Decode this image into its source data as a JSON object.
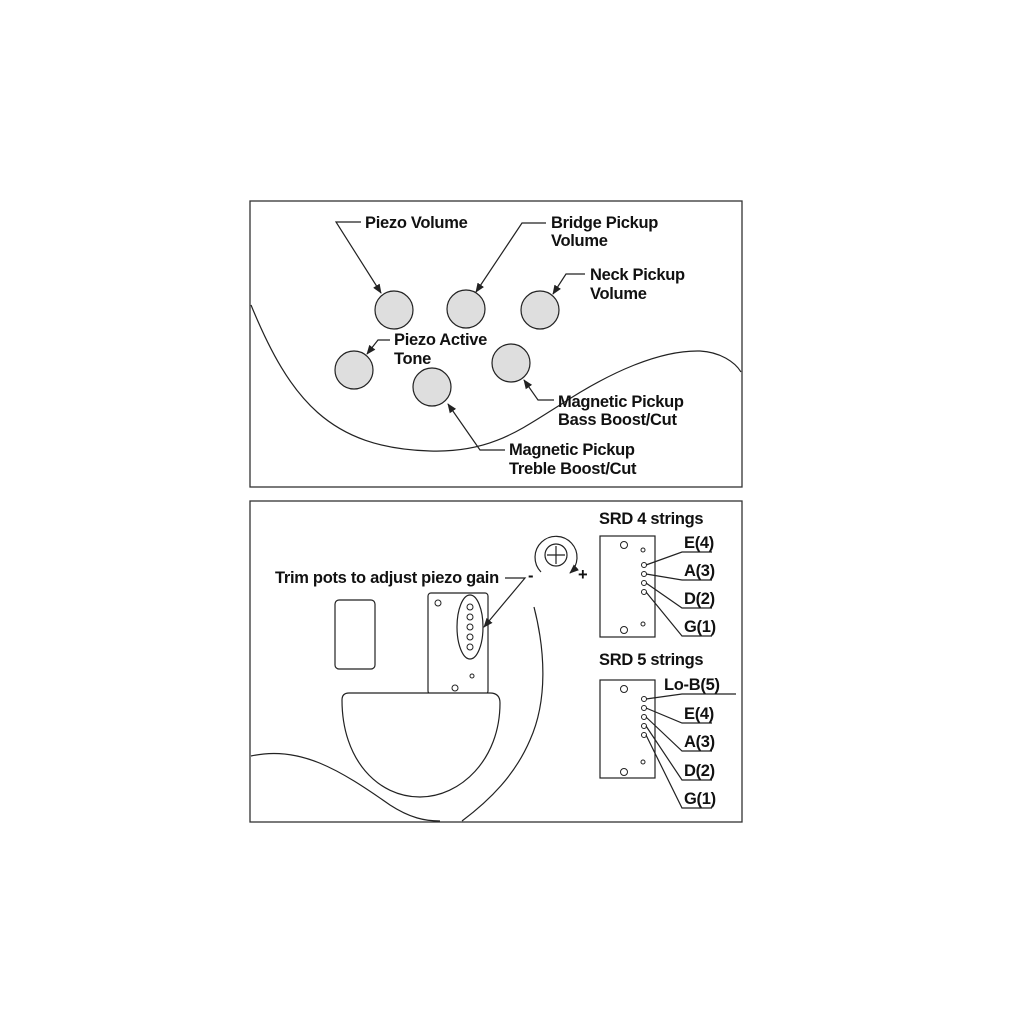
{
  "control_panel": {
    "piezo_volume": "Piezo Volume",
    "bridge_pickup_volume": [
      "Bridge Pickup",
      "Volume"
    ],
    "neck_pickup_volume": [
      "Neck Pickup",
      "Volume"
    ],
    "piezo_active_tone": [
      "Piezo Active",
      "Tone"
    ],
    "magnetic_bass": [
      "Magnetic Pickup",
      "Bass Boost/Cut"
    ],
    "magnetic_treble": [
      "Magnetic Pickup",
      "Treble Boost/Cut"
    ]
  },
  "trim_panel": {
    "trim_label": "Trim pots to adjust piezo gain",
    "minus_sign": "-",
    "plus_sign": "+",
    "srd4": {
      "title": "SRD 4 strings",
      "strings": [
        "E(4)",
        "A(3)",
        "D(2)",
        "G(1)"
      ]
    },
    "srd5": {
      "title": "SRD 5 strings",
      "strings": [
        "Lo-B(5)",
        "E(4)",
        "A(3)",
        "D(2)",
        "G(1)"
      ]
    }
  },
  "colors": {
    "knob_fill": "#dedede",
    "line": "#222222",
    "background": "#ffffff"
  }
}
